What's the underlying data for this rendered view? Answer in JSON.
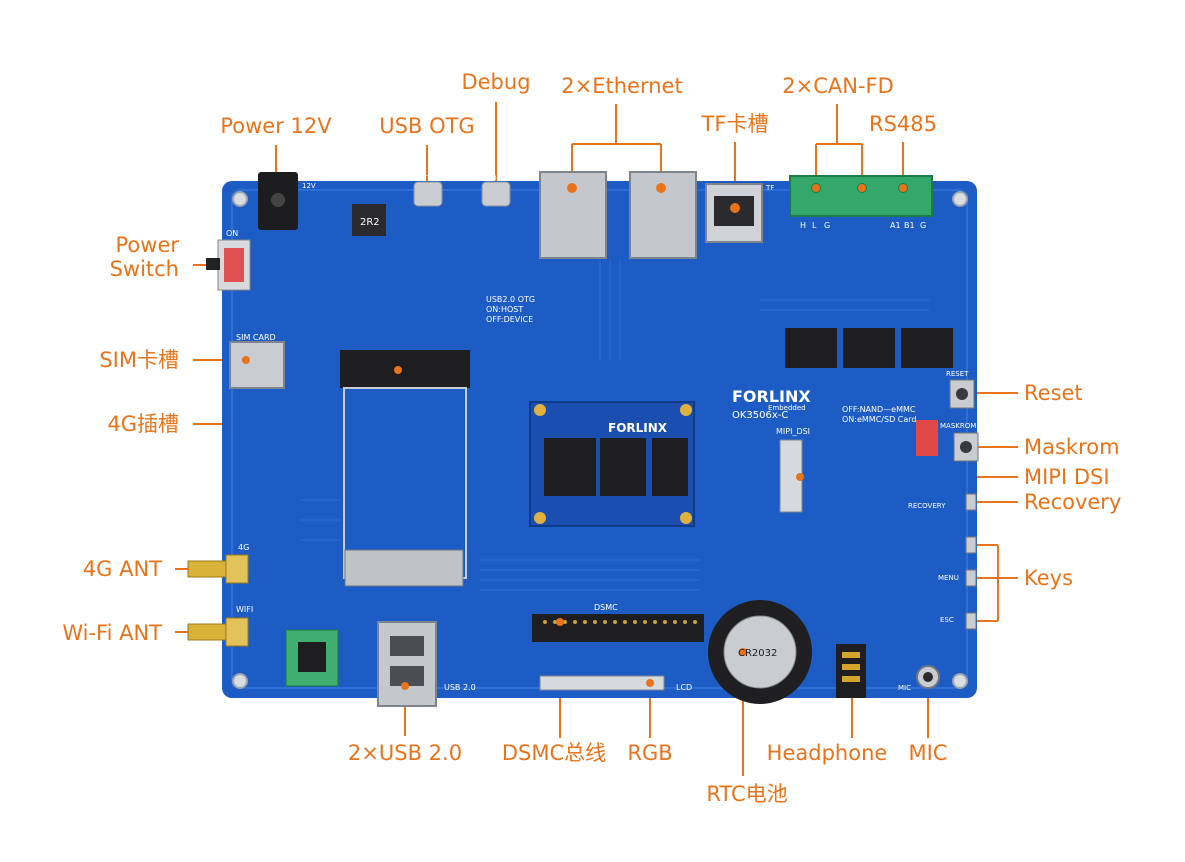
{
  "colors": {
    "accent": "#e8731a",
    "board": "#1c5cc4",
    "board_dark": "#15479e",
    "metal": "#bfc3c8",
    "connector_green": "#34a86a",
    "silkscreen": "#ffffff"
  },
  "labels": {
    "power_12v": "Power 12V",
    "usb_otg": "USB OTG",
    "debug": "Debug",
    "ethernet": "2×Ethernet",
    "tf": "TF卡槽",
    "canfd": "2×CAN-FD",
    "rs485": "RS485",
    "power_switch_line1": "Power",
    "power_switch_line2": "Switch",
    "sim": "SIM卡槽",
    "slot_4g": "4G插槽",
    "ant_4g": "4G ANT",
    "ant_wifi": "Wi-Fi ANT",
    "usb20": "2×USB 2.0",
    "dsmc": "DSMC总线",
    "rgb": "RGB",
    "rtc": "RTC电池",
    "headphone": "Headphone",
    "mic": "MIC",
    "reset": "Reset",
    "maskrom": "Maskrom",
    "mipi_dsi": "MIPI DSI",
    "recovery": "Recovery",
    "keys": "Keys"
  },
  "silkscreen": {
    "brand": "FORLINX",
    "brand_sub": "Embedded",
    "model": "OK3506x-C",
    "inductor": "2R2",
    "rtc_battery": "CR2032",
    "som_brand": "FORLINX",
    "boot_note_1": "OFF:NAND—eMMC",
    "boot_note_2": "ON:eMMC/SD Card",
    "usb_mode": "USB2.0 OTG",
    "usb_host": "ON:HOST",
    "usb_device": "OFF:DEVICE",
    "sim_card": "SIM CARD",
    "wifi": "WIFI",
    "g4": "4G",
    "dsmc": "DSMC",
    "lcd": "LCD",
    "usb20": "USB 2.0",
    "mipi": "MIPI_DSI",
    "reset": "RESET",
    "maskrom": "MASKROM",
    "recovery": "RECOVERY",
    "menu": "MENU",
    "esc": "ESC",
    "mic": "MIC",
    "debug": "DEBUG",
    "otg": "OTG",
    "tf": "TF",
    "v12": "12V",
    "on": "ON",
    "can_h1": "H",
    "can_l1": "L",
    "can_g1": "G",
    "rs_a": "A1",
    "rs_b": "B1",
    "rs_g": "G"
  }
}
